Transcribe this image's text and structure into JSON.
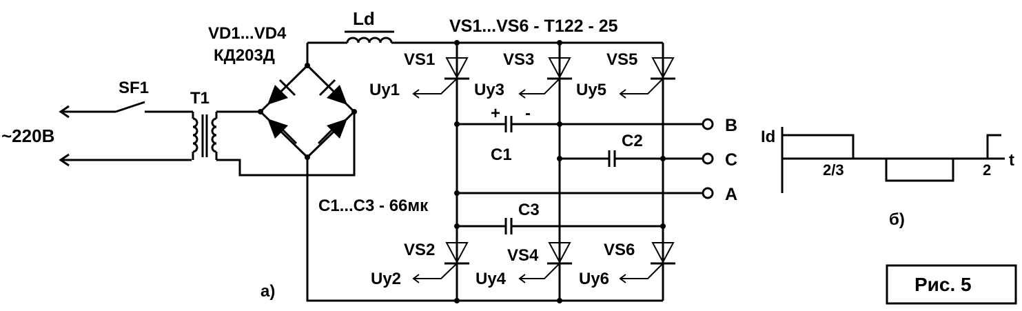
{
  "labels": {
    "source": "~220В",
    "switch": "SF1",
    "transformer": "T1",
    "bridge_line1": "VD1...VD4",
    "bridge_line2": "КД203Д",
    "choke": "Ld",
    "thyristor_type": "VS1...VS6 - T122 - 25",
    "capacitor_spec": "C1...C3 - 66мк",
    "plus": "+",
    "minus": "-"
  },
  "thyristors": [
    {
      "ref": "VS1",
      "gate": "Uy1"
    },
    {
      "ref": "VS3",
      "gate": "Uy3"
    },
    {
      "ref": "VS5",
      "gate": "Uy5"
    },
    {
      "ref": "VS2",
      "gate": "Uy2"
    },
    {
      "ref": "VS4",
      "gate": "Uy4"
    },
    {
      "ref": "VS6",
      "gate": "Uy6"
    }
  ],
  "capacitors": [
    "C1",
    "C2",
    "C3"
  ],
  "outputs": [
    "B",
    "C",
    "A"
  ],
  "panel_a": "а)",
  "panel_b": "б)",
  "waveform": {
    "y_label": "Id",
    "x_label": "t",
    "tick_1": "2/3",
    "tick_2": "2"
  },
  "figure_caption": "Рис. 5"
}
